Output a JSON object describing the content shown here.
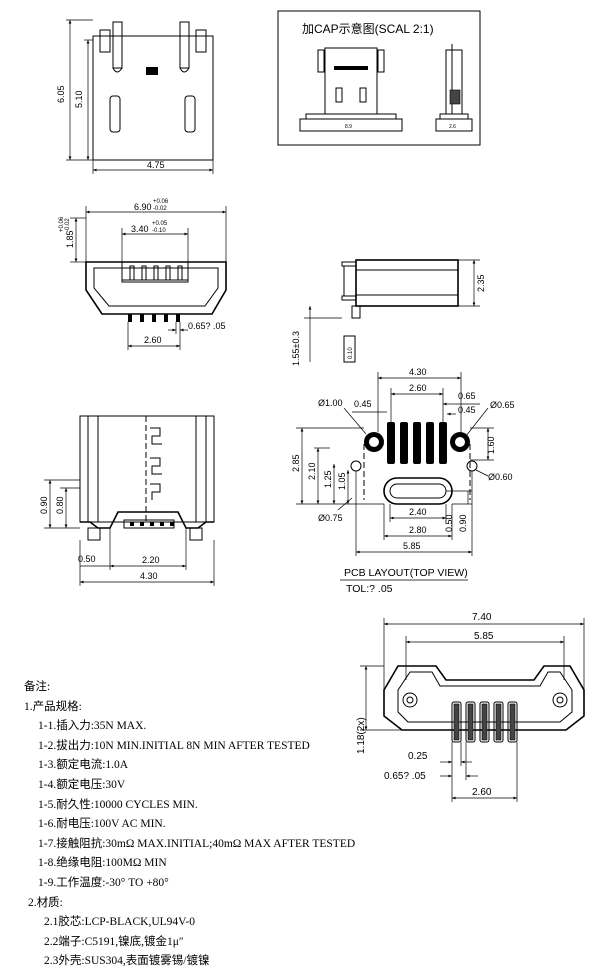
{
  "cap_box": {
    "title": "加CAP示意图(SCAL  2:1)",
    "front_width": "8.9",
    "side_width": "2.6"
  },
  "view1": {
    "height_outer": "6.05",
    "height_inner": "5.10",
    "width": "4.75"
  },
  "view2": {
    "width": "6.90",
    "width_tol_plus": "+0.06",
    "width_tol_minus": "-0.02",
    "opening": "3.40",
    "opening_tol_plus": "+0.05",
    "opening_tol_minus": "-0.10",
    "height": "1.85",
    "height_tol_plus": "+0.06",
    "height_tol_minus": "-0.02",
    "pitch": "0.65? .05",
    "pins_span": "2.60"
  },
  "view3": {
    "height": "2.35",
    "standoff": "1.55±0.3",
    "offset_box": "0.10"
  },
  "view4": {
    "h1": "0.90",
    "h2": "0.80",
    "margin": "0.50",
    "inner": "2.20",
    "outer": "4.30"
  },
  "pcb": {
    "top_width": "4.30",
    "span": "2.60",
    "pitch": "0.65",
    "pad_width": "0.45",
    "hole_left": "Ø1.00",
    "hole_left_gap": "0.45",
    "hole_right": "Ø0.65",
    "height_total": "2.85",
    "h2": "2.10",
    "h3": "1.25",
    "h4": "1.05",
    "right_h": "1.60",
    "slot_hole": "Ø0.60",
    "bottom_hole": "Ø0.75",
    "slot_w": "2.40",
    "slot_outer": "2.80",
    "slot_h1": "0.50",
    "slot_h2": "0.90",
    "total_w": "5.85",
    "title": "PCB LAYOUT(TOP VIEW)",
    "tol": "TOL:? .05"
  },
  "bottom_view": {
    "width": "7.40",
    "inner": "5.85",
    "side": "1.18(2x)",
    "pad": "0.25",
    "pitch": "0.65? .05",
    "span": "2.60"
  },
  "notes": {
    "heading": "备注:",
    "sec1": "1.产品规格:",
    "items1": [
      "1-1.插入力:35N MAX.",
      "1-2.拔出力:10N MIN.INITIAL 8N MIN AFTER TESTED",
      "1-3.额定电流:1.0A",
      "1-4.额定电压:30V",
      "1-5.耐久性:10000 CYCLES MIN.",
      "1-6.耐电压:100V AC MIN.",
      "1-7.接触阻抗:30mΩ MAX.INITIAL;40mΩ MAX  AFTER TESTED",
      "1-8.绝缘电阻:100MΩ MIN",
      "1-9.工作温度:-30° TO +80°"
    ],
    "sec2": "2.材质:",
    "items2": [
      "2.1胶芯:LCP-BLACK,UL94V-0",
      "2.2端子:C5191,镍底,镀金1μ″",
      "2.3外壳:SUS304,表面镀雾锡/镀镍"
    ]
  }
}
